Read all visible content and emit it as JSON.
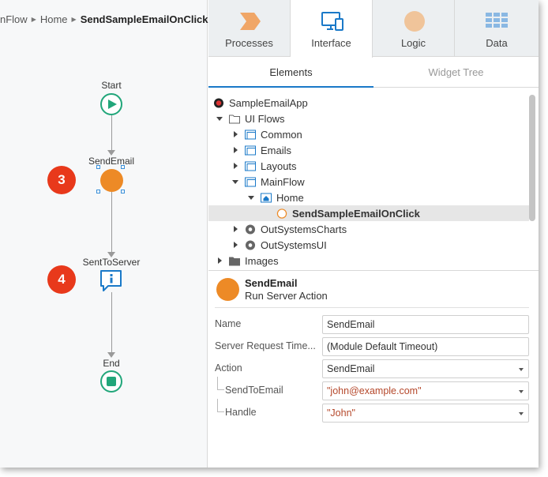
{
  "breadcrumb": {
    "items": [
      "nFlow",
      "Home"
    ],
    "current": "SendSampleEmailOnClick"
  },
  "flow": {
    "start_label": "Start",
    "server_action_label": "SendEmail",
    "message_label": "SentToServer",
    "end_label": "End",
    "badges": [
      "3",
      "4"
    ]
  },
  "colors": {
    "accent": "#1a79c8",
    "flow_green": "#21a67a",
    "server_action_orange": "#ed8a26",
    "badge_red": "#e8391b",
    "string_literal": "#b5482b"
  },
  "top_tabs": [
    {
      "label": "Processes",
      "icon": "processes-chevron-icon"
    },
    {
      "label": "Interface",
      "icon": "interface-devices-icon"
    },
    {
      "label": "Logic",
      "icon": "logic-circle-icon"
    },
    {
      "label": "Data",
      "icon": "data-grid-icon"
    }
  ],
  "active_top_tab": "Interface",
  "sub_tabs": [
    "Elements",
    "Widget Tree"
  ],
  "active_sub_tab": "Elements",
  "tree": [
    {
      "label": "SampleEmailApp",
      "icon": "app-icon",
      "level": 0,
      "twisty": "none"
    },
    {
      "label": "UI Flows",
      "icon": "folder-icon",
      "level": 0,
      "twisty": "open"
    },
    {
      "label": "Common",
      "icon": "ui-flow-icon",
      "level": 1,
      "twisty": "closed"
    },
    {
      "label": "Emails",
      "icon": "ui-flow-icon",
      "level": 1,
      "twisty": "closed"
    },
    {
      "label": "Layouts",
      "icon": "ui-flow-icon",
      "level": 1,
      "twisty": "closed"
    },
    {
      "label": "MainFlow",
      "icon": "ui-flow-icon",
      "level": 1,
      "twisty": "open"
    },
    {
      "label": "Home",
      "icon": "screen-icon",
      "level": 2,
      "twisty": "open"
    },
    {
      "label": "SendSampleEmailOnClick",
      "icon": "client-action-icon",
      "level": 3,
      "twisty": "none",
      "selected": true
    },
    {
      "label": "OutSystemsCharts",
      "icon": "module-icon",
      "level": 1,
      "twisty": "closed"
    },
    {
      "label": "OutSystemsUI",
      "icon": "module-icon",
      "level": 1,
      "twisty": "closed"
    },
    {
      "label": "Images",
      "icon": "folder-icon",
      "level": 0,
      "twisty": "closed"
    }
  ],
  "detail": {
    "title": "SendEmail",
    "subtitle": "Run Server Action"
  },
  "properties": [
    {
      "label": "Name",
      "value": "SendEmail",
      "type": "text",
      "indent": false,
      "string": false
    },
    {
      "label": "Server Request Time...",
      "value": "(Module Default Timeout)",
      "type": "text",
      "indent": false,
      "string": false
    },
    {
      "label": "Action",
      "value": "SendEmail",
      "type": "dropdown",
      "indent": false,
      "string": false
    },
    {
      "label": "SendToEmail",
      "value": "\"john@example.com\"",
      "type": "dropdown",
      "indent": true,
      "string": true
    },
    {
      "label": "Handle",
      "value": "\"John\"",
      "type": "dropdown",
      "indent": true,
      "string": true
    }
  ]
}
